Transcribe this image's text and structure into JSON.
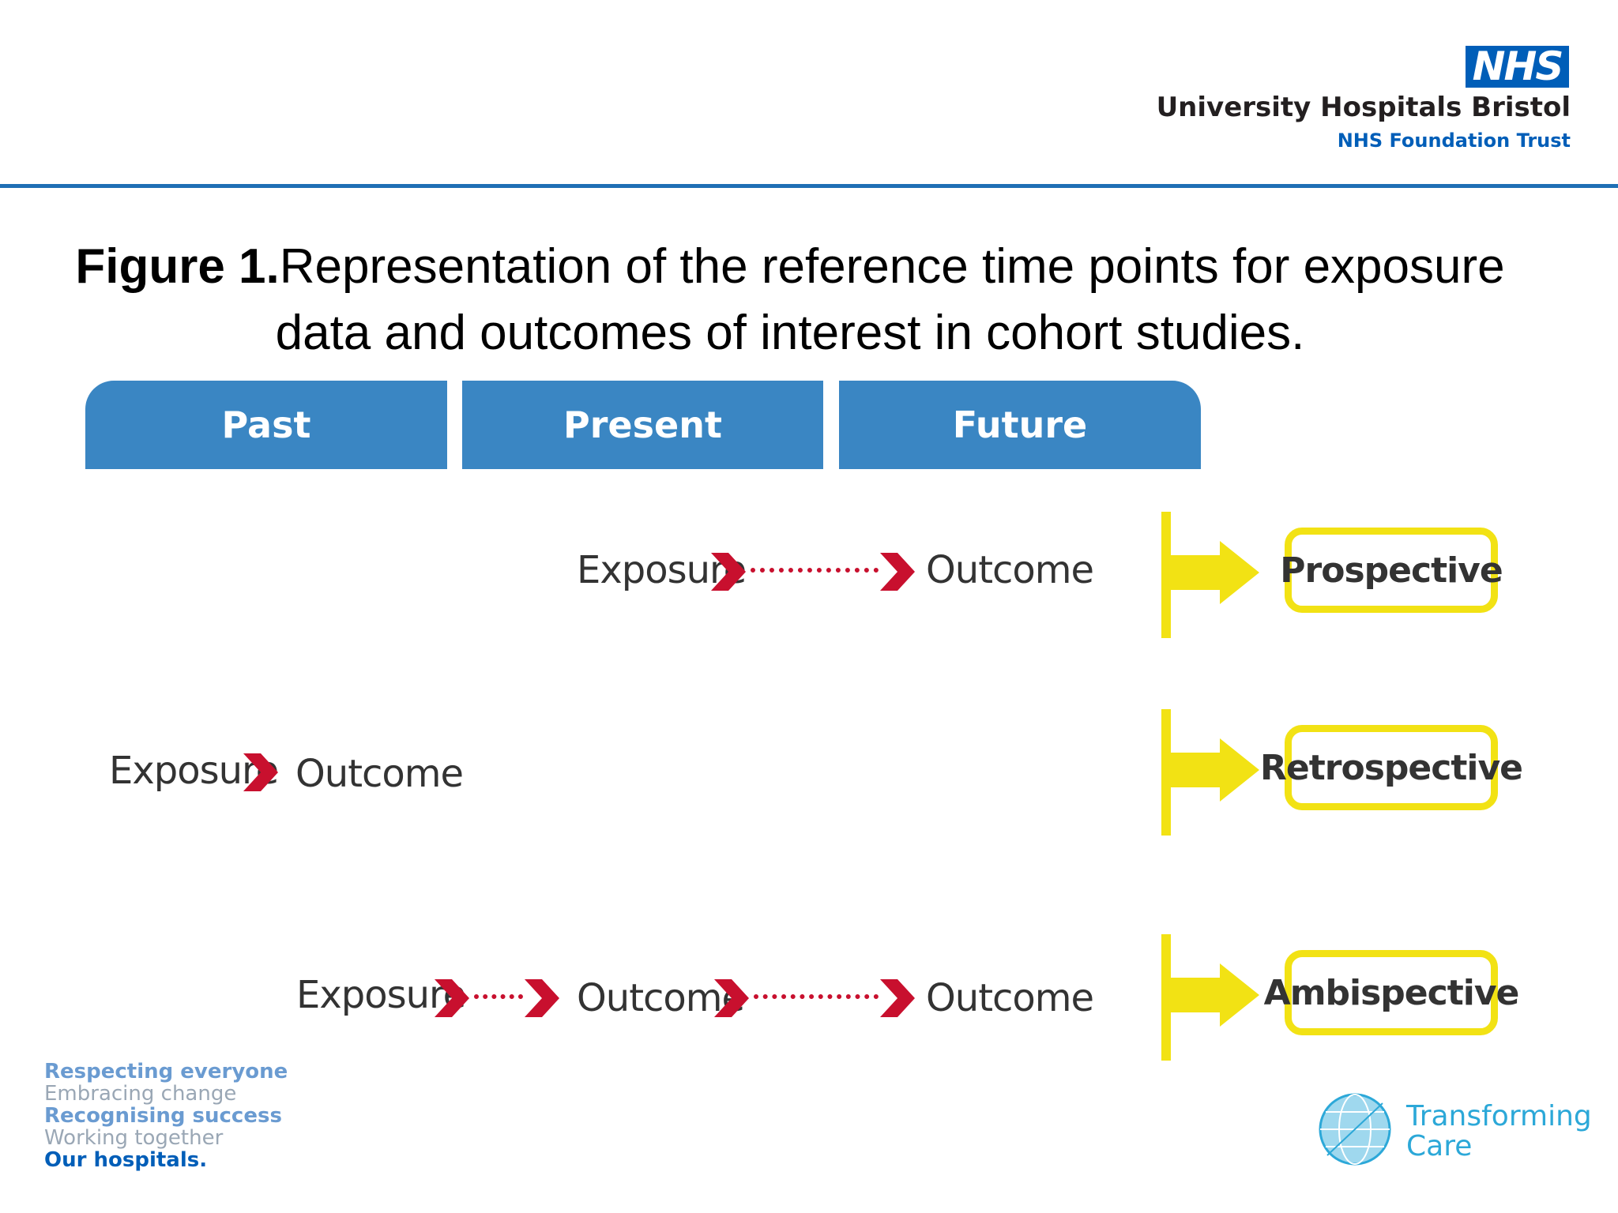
{
  "header": {
    "logo_text": "NHS",
    "org_name": "University Hospitals Bristol",
    "org_subtitle": "NHS Foundation Trust"
  },
  "caption": {
    "bold": "Figure 1.",
    "text": "Representation of the reference time points for exposure data and outcomes of interest in cohort studies."
  },
  "timeline": {
    "past": "Past",
    "present": "Present",
    "future": "Future"
  },
  "rows": [
    {
      "terms": [
        "Exposure",
        "Outcome"
      ],
      "label": "Prospective"
    },
    {
      "terms": [
        "Exposure",
        "Outcome"
      ],
      "label": "Retrospective"
    },
    {
      "terms": [
        "Exposure",
        "Outcome",
        "Outcome"
      ],
      "label": "Ambispective"
    }
  ],
  "colors": {
    "header_blue": "#3a86c3",
    "chevron_red": "#c8102e",
    "arrow_yellow": "#f2e214"
  },
  "footer": {
    "values": [
      "Respecting everyone",
      "Embracing change",
      "Recognising success",
      "Working together",
      "Our hospitals."
    ],
    "tc_line1": "Transforming",
    "tc_line2": "Care"
  }
}
